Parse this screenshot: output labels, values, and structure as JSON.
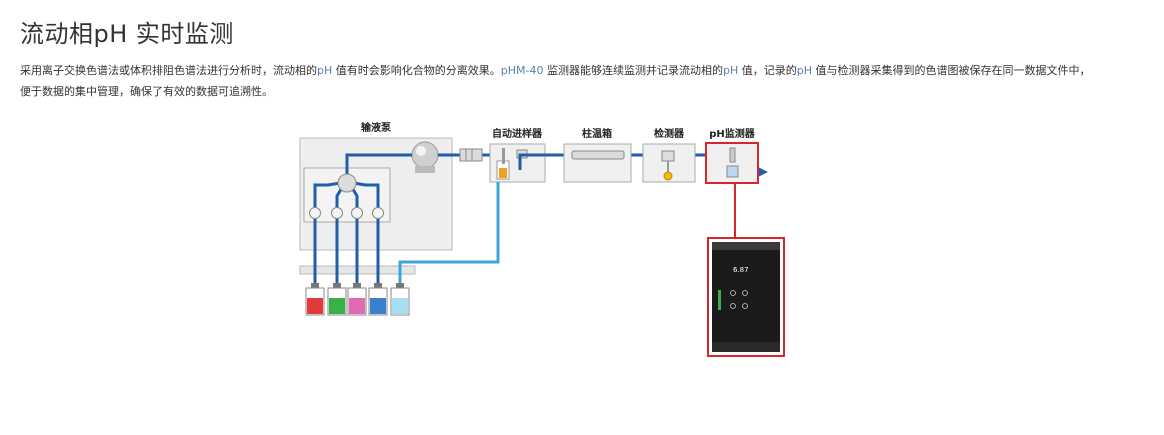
{
  "page": {
    "title": "流动相pH 实时监测",
    "description": {
      "p1": "采用离子交换色谱法或体积排阻色谱法进行分析时，流动相的",
      "h1": "pH",
      "p2": " 值有时会影响化合物的分离效果。",
      "h2": "pHM-40",
      "p3": " 监测器能够连续监测并记录流动相的",
      "h3": "pH",
      "p4": " 值，记录的",
      "h4": "pH",
      "p5": " 值与检测器采集得到的色谱图被保存在同一数据文件中，便于数据的集中管理，确保了有效的数据可追溯性。"
    }
  },
  "diagram": {
    "labels": {
      "pump": "输液泵",
      "autosampler": "自动进样器",
      "column_oven": "柱温箱",
      "detector": "检测器",
      "ph_monitor": "pH监测器"
    },
    "device_display": "6.87",
    "colors": {
      "flow_line": "#1f5ea8",
      "sample_line": "#3aa6d8",
      "highlight": "#d9262c",
      "bottles": [
        "#e23a3a",
        "#3ab04a",
        "#e06bb0",
        "#3a7fd0",
        "#a8dcef"
      ]
    }
  }
}
